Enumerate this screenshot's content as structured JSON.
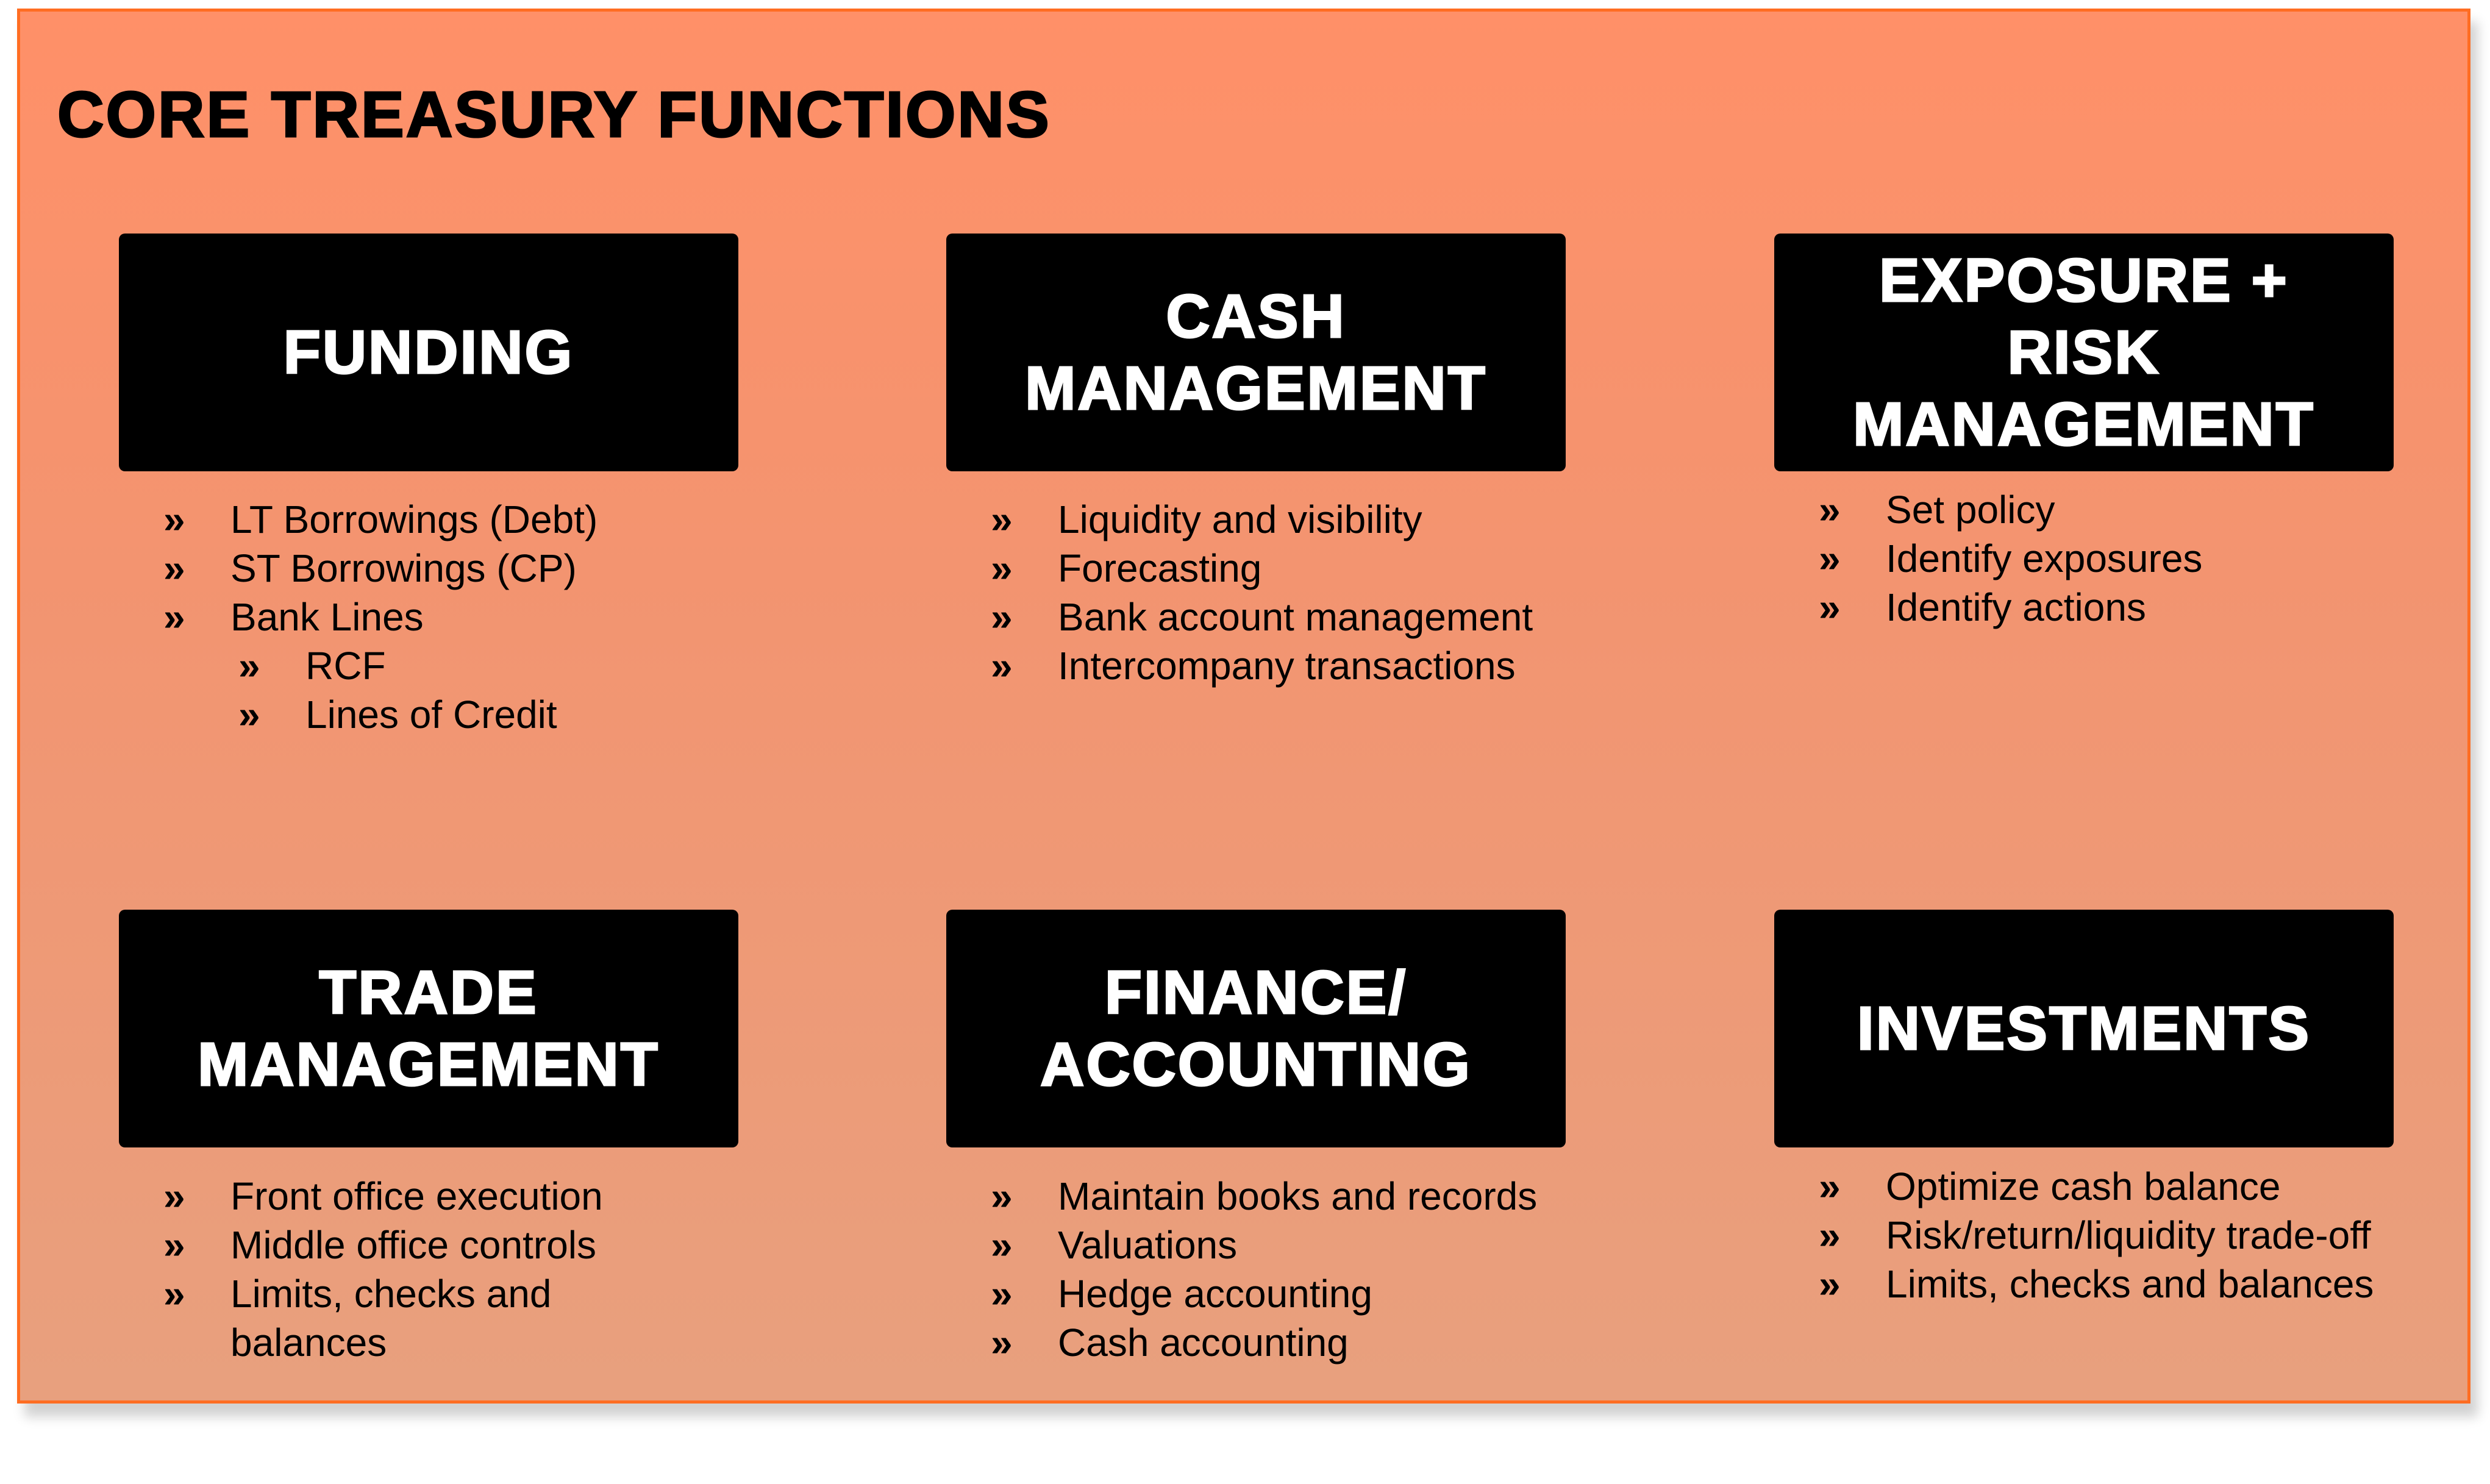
{
  "title": "CORE TREASURY FUNCTIONS",
  "bullet_glyph": "»",
  "cards": [
    {
      "heading": "FUNDING",
      "items": [
        {
          "text": "LT Borrowings (Debt)",
          "level": 1
        },
        {
          "text": "ST Borrowings (CP)",
          "level": 1
        },
        {
          "text": "Bank Lines",
          "level": 1
        },
        {
          "text": "RCF",
          "level": 2
        },
        {
          "text": "Lines of Credit",
          "level": 2
        }
      ]
    },
    {
      "heading": "CASH MANAGEMENT",
      "items": [
        {
          "text": "Liquidity and visibility",
          "level": 1
        },
        {
          "text": "Forecasting",
          "level": 1
        },
        {
          "text": "Bank account management",
          "level": 1
        },
        {
          "text": "Intercompany transactions",
          "level": 1
        }
      ]
    },
    {
      "heading": "EXPOSURE + RISK MANAGEMENT",
      "items": [
        {
          "text": "Set policy",
          "level": 1
        },
        {
          "text": "Identify exposures",
          "level": 1
        },
        {
          "text": "Identify actions",
          "level": 1
        }
      ]
    },
    {
      "heading": "TRADE MANAGEMENT",
      "items": [
        {
          "text": "Front office execution",
          "level": 1
        },
        {
          "text": "Middle office controls",
          "level": 1
        },
        {
          "text": "Limits, checks and",
          "level": 1
        },
        {
          "text": "balances",
          "level": 0
        }
      ]
    },
    {
      "heading": "FINANCE/ ACCOUNTING",
      "items": [
        {
          "text": "Maintain books and records",
          "level": 1
        },
        {
          "text": "Valuations",
          "level": 1
        },
        {
          "text": "Hedge accounting",
          "level": 1
        },
        {
          "text": "Cash accounting",
          "level": 1
        }
      ]
    },
    {
      "heading": "INVESTMENTS",
      "items": [
        {
          "text": "Optimize cash balance",
          "level": 1
        },
        {
          "text": "Risk/return/liquidity trade-off",
          "level": 1
        },
        {
          "text": "Limits, checks and balances",
          "level": 1
        }
      ]
    }
  ]
}
